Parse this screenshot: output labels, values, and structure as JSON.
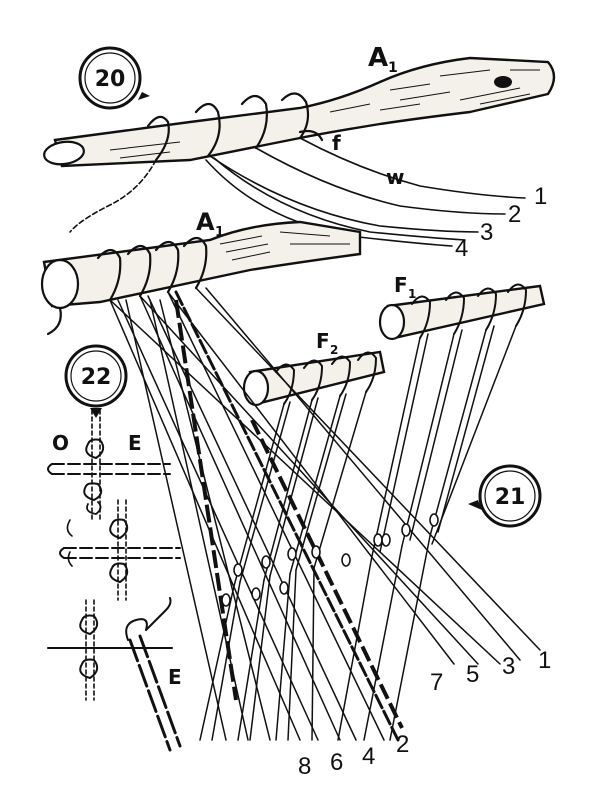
{
  "figures": {
    "fig20": {
      "badge": "20",
      "label_stick": "A",
      "label_stick_sub": "1",
      "label_f": "f",
      "label_w": "w",
      "thread_numbers": [
        "1",
        "2",
        "3",
        "4"
      ]
    },
    "fig21": {
      "badge": "21",
      "label_a": "A",
      "label_a_sub": "1",
      "label_f1": "F",
      "label_f1_sub": "1",
      "label_f2": "F",
      "label_f2_sub": "2",
      "odd_numbers": [
        "7",
        "5",
        "3",
        "1"
      ],
      "even_numbers": [
        "8",
        "6",
        "4",
        "2"
      ]
    },
    "fig22": {
      "badge": "22",
      "label_o": "O",
      "label_e_top": "E",
      "label_e_bottom": "E"
    }
  }
}
